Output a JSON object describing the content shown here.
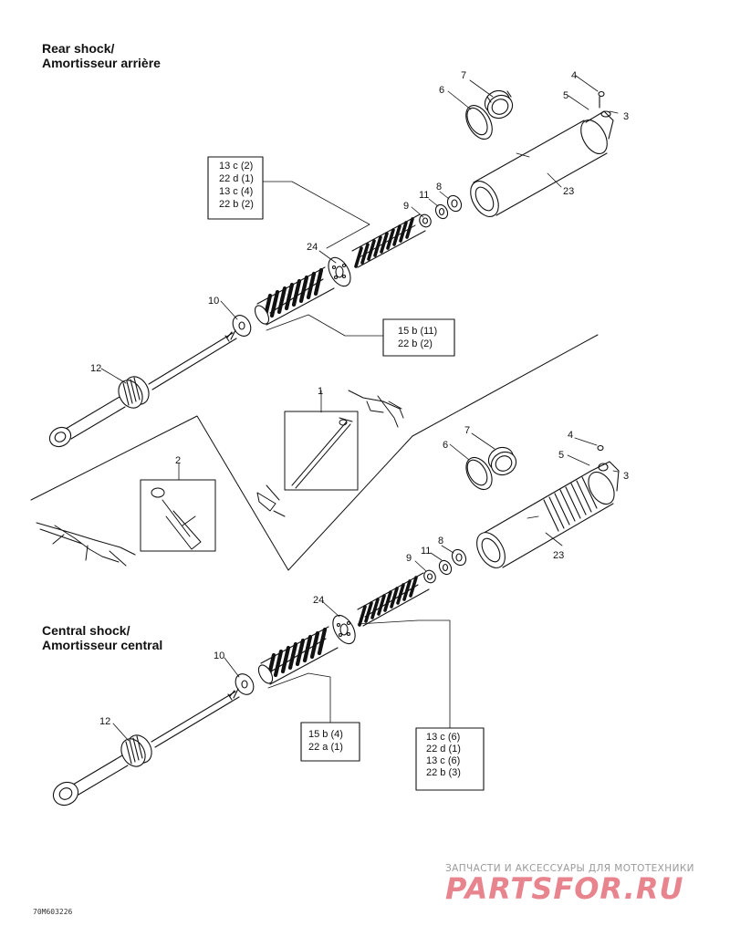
{
  "rear": {
    "title_en": "Rear shock/",
    "title_fr": "Amortisseur arrière",
    "callouts": {
      "c1": "7",
      "c2": "6",
      "c3": "4",
      "c4": "5",
      "c5": "3",
      "c6": "23",
      "c7": "8",
      "c8": "11",
      "c9": "9",
      "c10": "24",
      "c11": "10",
      "c12": "12"
    },
    "box_a": [
      "13 c (2)",
      "22 d (1)",
      "13 c (4)",
      "22 b (2)"
    ],
    "box_b": [
      "15 b (11)",
      "22 b (2)"
    ]
  },
  "central": {
    "title_en": "Central shock/",
    "title_fr": "Amortisseur central",
    "callouts": {
      "c1": "7",
      "c2": "6",
      "c3": "4",
      "c4": "5",
      "c5": "3",
      "c6": "23",
      "c7": "8",
      "c8": "11",
      "c9": "9",
      "c10": "24",
      "c11": "10",
      "c12": "12"
    },
    "box_a": [
      "15 b (4)",
      "22 a (1)"
    ],
    "box_b": [
      "13 c (6)",
      "22 d (1)",
      "13 c (6)",
      "22 b (3)"
    ]
  },
  "middle": {
    "callout_1": "1",
    "callout_2": "2"
  },
  "footer": {
    "figure_id": "70M603226",
    "watermark_tagline": "ЗАПЧАСТИ И АКСЕССУАРЫ ДЛЯ МОТОТЕХНИКИ",
    "watermark_logo": "PARTSFOR.RU"
  },
  "colors": {
    "line": "#111111",
    "watermark_logo": "#e8848e",
    "watermark_text": "#9a9a9a"
  }
}
